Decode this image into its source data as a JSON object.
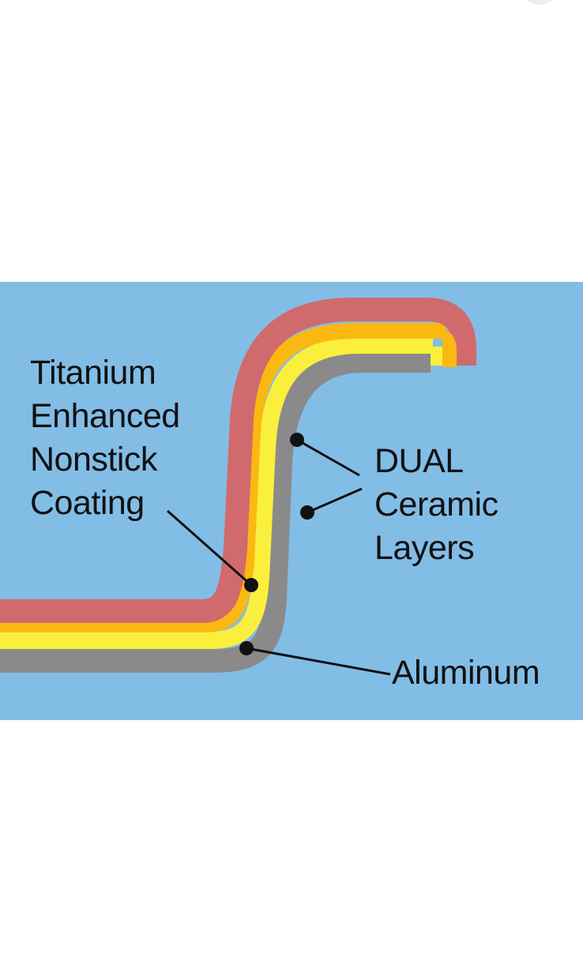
{
  "diagram": {
    "background_color": "#82bde6",
    "layers": [
      {
        "name": "nonstick",
        "color": "#d06a6d"
      },
      {
        "name": "ceramic-outer",
        "color": "#fbb811"
      },
      {
        "name": "ceramic-inner",
        "color": "#fbef3e"
      },
      {
        "name": "aluminum",
        "color": "#8a8a8a"
      }
    ],
    "labels": {
      "coating": {
        "line1": "Titanium",
        "line2": "Enhanced",
        "line3": "Nonstick",
        "line4": "Coating"
      },
      "ceramic": {
        "line1": "DUAL",
        "line2": "Ceramic",
        "line3": "Layers"
      },
      "aluminum": {
        "line1": "Aluminum"
      }
    }
  }
}
